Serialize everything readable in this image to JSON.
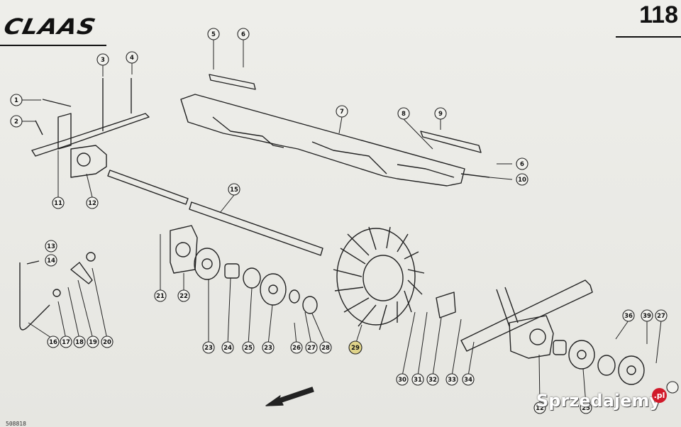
{
  "header": {
    "brand": "CLAAS",
    "page_number": "118"
  },
  "footer": {
    "code": "508818"
  },
  "watermark": {
    "text": "Sprzedajemy",
    "suffix": ".pl"
  },
  "callouts": {
    "c1": "1",
    "c2": "2",
    "c3": "3",
    "c4": "4",
    "c5": "5",
    "c6a": "6",
    "c6b": "6",
    "c7": "7",
    "c8": "8",
    "c9": "9",
    "c10": "10",
    "c11": "11",
    "c12a": "12",
    "c12b": "12",
    "c13": "13",
    "c14": "14",
    "c15": "15",
    "c16": "16",
    "c17": "17",
    "c18": "18",
    "c19": "19",
    "c20": "20",
    "c21": "21",
    "c22": "22",
    "c23a": "23",
    "c23b": "23",
    "c24": "24",
    "c25a": "25",
    "c25b": "25",
    "c26": "26",
    "c27a": "27",
    "c27b": "27",
    "c28": "28",
    "c29": "29",
    "c30": "30",
    "c31": "31",
    "c32": "32",
    "c33": "33",
    "c34": "34",
    "c36": "36",
    "c39": "39"
  }
}
